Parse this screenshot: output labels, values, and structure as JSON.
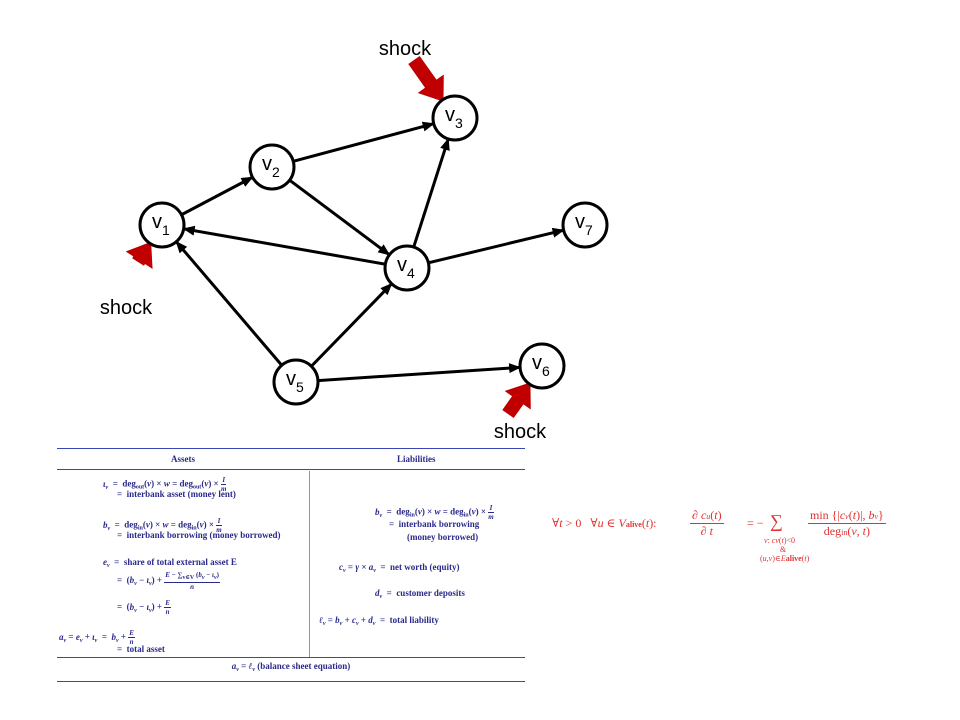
{
  "graph": {
    "nodes": [
      {
        "id": "v1",
        "base": "v",
        "sub": "1"
      },
      {
        "id": "v2",
        "base": "v",
        "sub": "2"
      },
      {
        "id": "v3",
        "base": "v",
        "sub": "3"
      },
      {
        "id": "v4",
        "base": "v",
        "sub": "4"
      },
      {
        "id": "v5",
        "base": "v",
        "sub": "5"
      },
      {
        "id": "v6",
        "base": "v",
        "sub": "6"
      },
      {
        "id": "v7",
        "base": "v",
        "sub": "7"
      }
    ],
    "edges": [
      [
        "v1",
        "v2"
      ],
      [
        "v2",
        "v3"
      ],
      [
        "v2",
        "v4"
      ],
      [
        "v4",
        "v1"
      ],
      [
        "v4",
        "v3"
      ],
      [
        "v4",
        "v7"
      ],
      [
        "v5",
        "v1"
      ],
      [
        "v5",
        "v4"
      ],
      [
        "v5",
        "v6"
      ]
    ],
    "shocks": [
      {
        "target": "v3",
        "label": "shock"
      },
      {
        "target": "v1",
        "label": "shock"
      },
      {
        "target": "v6",
        "label": "shock"
      }
    ],
    "arrow_color": "#c00000"
  },
  "table": {
    "header_assets": "Assets",
    "header_liabilities": "Liabilities",
    "iv_label": "interbank asset (money lent)",
    "bv_label": "interbank borrowing (money borrowed)",
    "ev_label": "share of total external asset E",
    "av_label": "total asset",
    "bv_r_label1": "interbank borrowing",
    "bv_r_label2": "(money borrowed)",
    "cv_label": "net worth (equity)",
    "dv_label": "customer deposits",
    "lv_label": "total liability",
    "footer_label": "(balance sheet equation)"
  },
  "colors": {
    "table_text": "#2a2a8a",
    "table_rule": "#3a46b8",
    "formula": "#e03030"
  }
}
